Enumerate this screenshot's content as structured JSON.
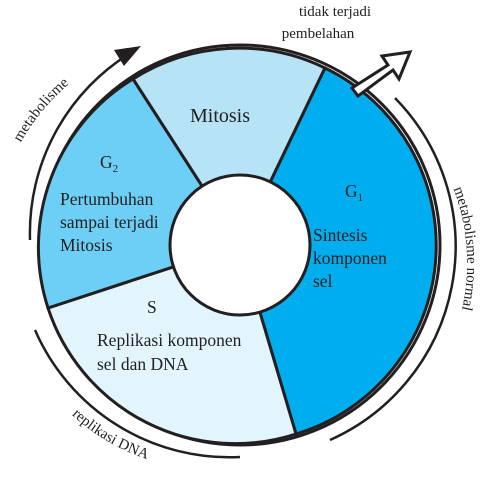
{
  "colors": {
    "mitosis": "#b7e3f6",
    "g1": "#00aeef",
    "g2": "#6dcff6",
    "s": "#e2f4fc",
    "outline": "#231f20",
    "center": "#ffffff"
  },
  "phases": {
    "mitosis": {
      "title": "Mitosis"
    },
    "g1": {
      "letter": "G",
      "sub": "1",
      "lines": [
        "Sintesis",
        "komponen",
        "sel"
      ]
    },
    "g2": {
      "letter": "G",
      "sub": "2",
      "lines": [
        "Pertumbuhan",
        "sampai terjadi",
        "Mitosis"
      ]
    },
    "s": {
      "letter": "S",
      "lines": [
        "Replikasi komponen",
        "sel dan DNA"
      ]
    }
  },
  "outer_labels": {
    "metabolisme": "metabolisme",
    "metabolisme_normal": "metabolisme normal",
    "replikasi_dna": "replikasi DNA",
    "no_division": [
      "tidak terjadi",
      "pembelahan"
    ]
  }
}
